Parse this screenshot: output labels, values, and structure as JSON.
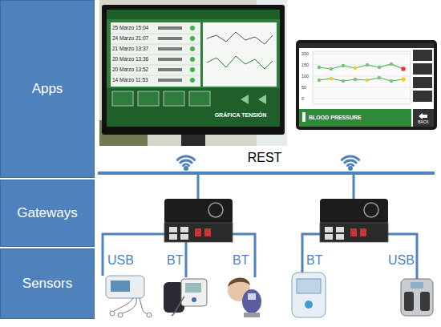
{
  "diagram": {
    "nodes": [
      {
        "text": [
          "Apps"
        ]
      },
      {
        "text": [
          "Gateways"
        ]
      },
      {
        "text": [
          "Sensors"
        ]
      }
    ],
    "labels": [
      "REST",
      "USB",
      "BT",
      "BT",
      "BT",
      "USB",
      "GRÁFICA TENSIÓN",
      "25 Marzo 15:04",
      "24 Marzo 21:07",
      "21 Marzo 13:37",
      "20 Marzo 13:36",
      "20 Marzo 13:52",
      "14 Marzo 11:53",
      "BLOOD PRESSURE",
      "200",
      "150",
      "100",
      "50",
      "0",
      "BACK"
    ]
  }
}
